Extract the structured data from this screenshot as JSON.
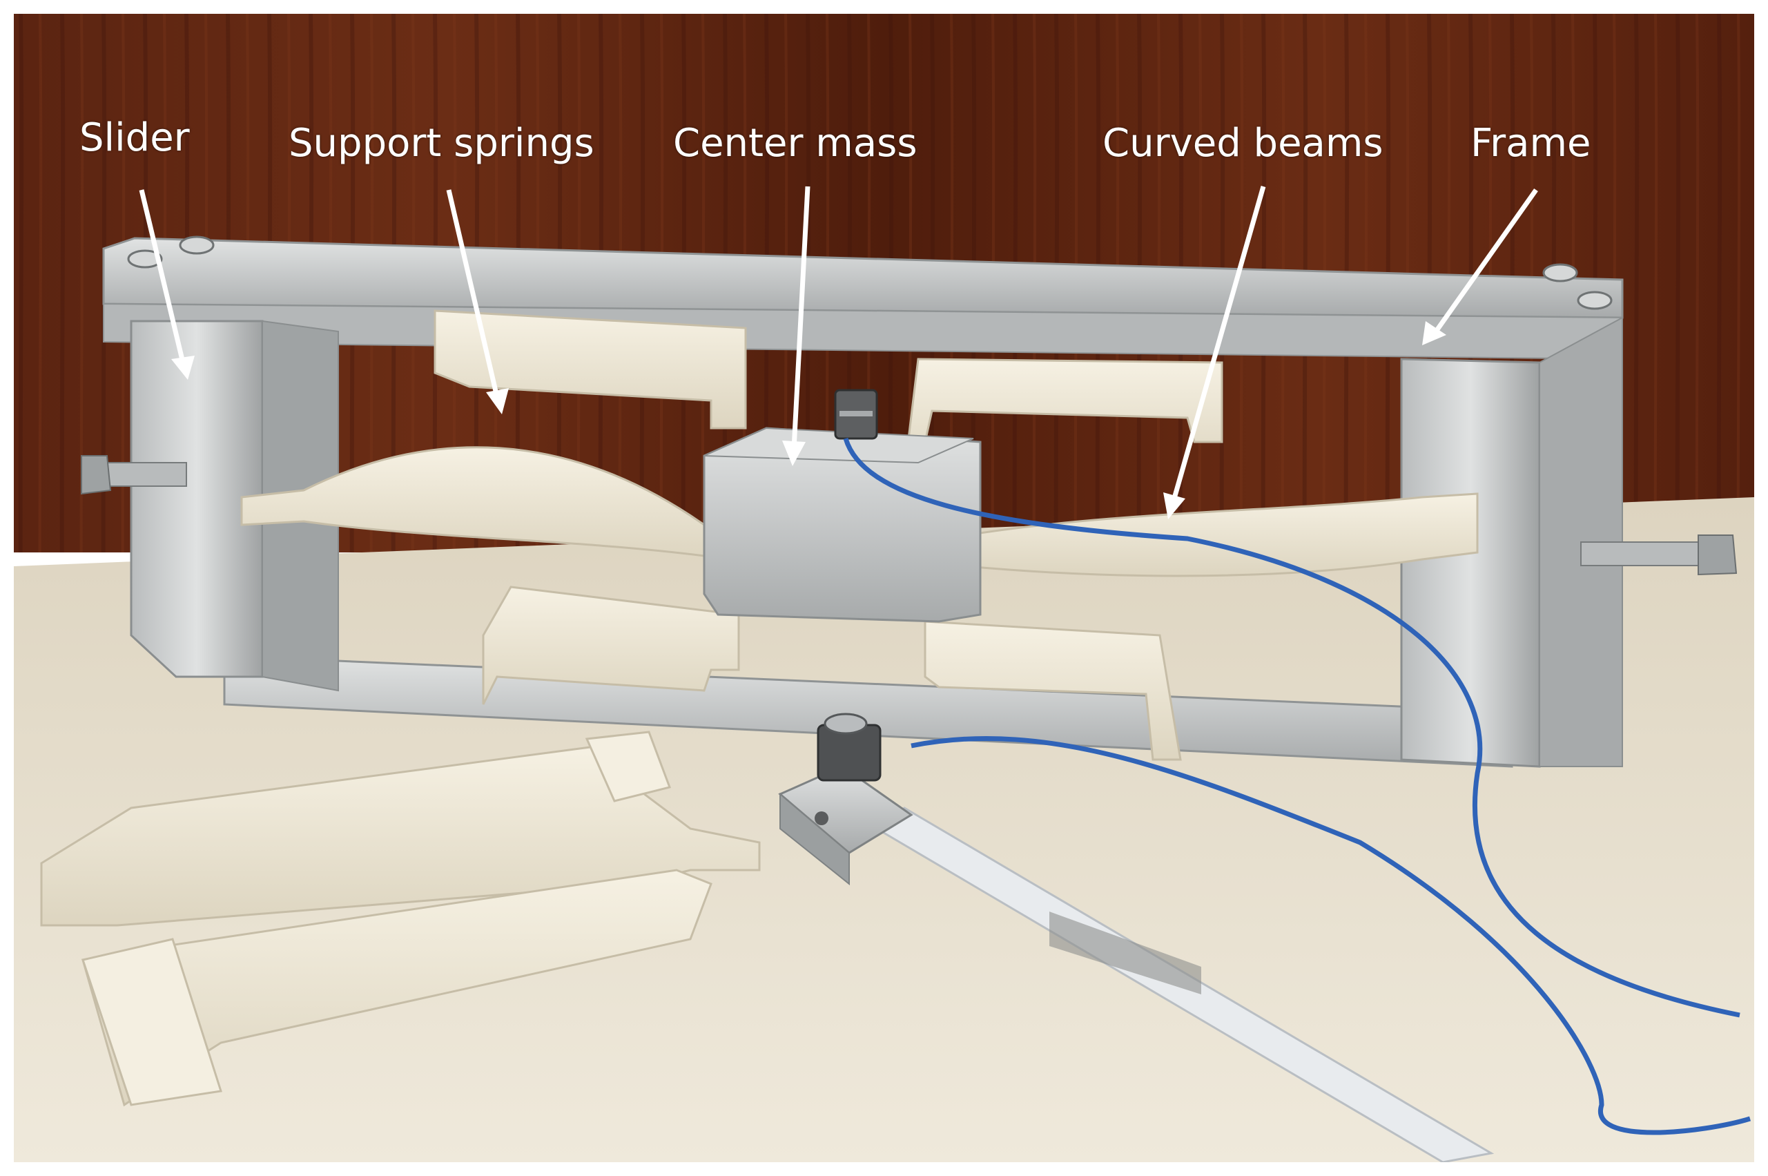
{
  "figure": {
    "labels": {
      "slider": "Slider",
      "support_springs": "Support springs",
      "center_mass": "Center mass",
      "curved_beams": "Curved beams",
      "frame": "Frame"
    }
  },
  "colors": {
    "wood_wall": "#5a2210",
    "table": "#e7dfcc",
    "aluminum": "#c9cbcb",
    "nylon": "#efe9d8",
    "cable": "#2f63b8",
    "label_text": "#ffffff"
  }
}
